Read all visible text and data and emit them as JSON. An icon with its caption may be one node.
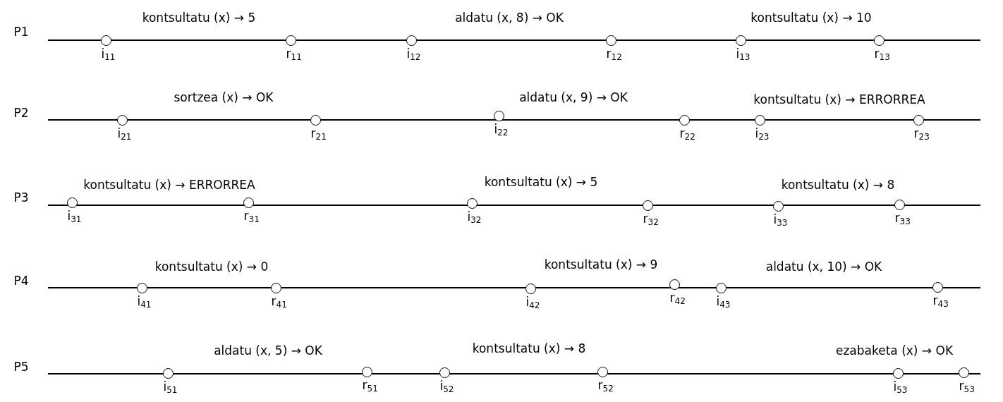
{
  "diagram": {
    "nodes": [
      {
        "text": [],
        "shape": "circle",
        "beside": [
          "i$_{11}$"
        ]
      },
      {
        "text": [],
        "shape": "circle",
        "beside": [
          "r$_{11}$"
        ]
      },
      {
        "text": [],
        "shape": "circle",
        "beside": [
          "i$_{12}$"
        ]
      },
      {
        "text": [],
        "shape": "circle",
        "beside": [
          "r$_{12}$"
        ]
      },
      {
        "text": [],
        "shape": "circle",
        "beside": [
          "i$_{13}$"
        ]
      },
      {
        "text": [],
        "shape": "circle",
        "beside": [
          "r$_{13}$"
        ]
      },
      {
        "text": [],
        "shape": "circle",
        "beside": [
          "i$_{21}$"
        ]
      },
      {
        "text": [],
        "shape": "circle",
        "beside": [
          "r$_{21}$"
        ]
      },
      {
        "text": [],
        "shape": "circle",
        "beside": [
          "i$_{22}$"
        ]
      },
      {
        "text": [],
        "shape": "circle",
        "beside": [
          "r$_{22}$"
        ]
      },
      {
        "text": [],
        "shape": "circle",
        "beside": [
          "i$_{23}$"
        ]
      },
      {
        "text": [],
        "shape": "circle",
        "beside": [
          "r$_{23}$"
        ]
      },
      {
        "text": [],
        "shape": "circle",
        "beside": [
          "i$_{31}$"
        ]
      },
      {
        "text": [],
        "shape": "circle",
        "beside": [
          "r$_{31}$"
        ]
      },
      {
        "text": [],
        "shape": "circle",
        "beside": [
          "i$_{32}$"
        ]
      },
      {
        "text": [],
        "shape": "circle",
        "beside": [
          "r$_{32}$"
        ]
      },
      {
        "text": [],
        "shape": "circle",
        "beside": [
          "i$_{33}$"
        ]
      },
      {
        "text": [],
        "shape": "circle",
        "beside": [
          "r$_{33}$"
        ]
      },
      {
        "text": [],
        "shape": "circle",
        "beside": [
          "i$_{41}$"
        ]
      },
      {
        "text": [],
        "shape": "circle",
        "beside": [
          "r$_{41}$"
        ]
      },
      {
        "text": [],
        "shape": "circle",
        "beside": [
          "i$_{42}$"
        ]
      },
      {
        "text": [],
        "shape": "circle",
        "beside": [
          "r$_{42}$"
        ]
      },
      {
        "text": [],
        "shape": "circle",
        "beside": [
          "i$_{43}$"
        ]
      },
      {
        "text": [],
        "shape": "circle",
        "beside": [
          "r$_{43}$"
        ]
      },
      {
        "text": [],
        "shape": "circle",
        "beside": [
          "i$_{51}$"
        ]
      },
      {
        "text": [],
        "shape": "circle",
        "beside": [
          "r$_{51}$"
        ]
      },
      {
        "text": [],
        "shape": "circle",
        "beside": [
          "i$_{52}$"
        ]
      },
      {
        "text": [],
        "shape": "circle",
        "beside": [
          "r$_{52}$"
        ]
      },
      {
        "text": [],
        "shape": "circle",
        "beside": [
          "i$_{53}$"
        ]
      },
      {
        "text": [],
        "shape": "circle",
        "beside": [
          "r$_{53}$"
        ]
      }
    ],
    "labels": [
      "kontsultatu (x) → 5",
      "aldatu (x, 8) → OK",
      "kontsultatu (x) → 10",
      "P1",
      "sortzea (x) → OK",
      "aldatu (x, 9) → OK",
      "kontsultatu (x) → ERRORREA",
      "P2",
      "kontsultatu (x) → ERRORREA",
      "kontsultatu (x) → 5",
      "kontsultatu (x) → 8",
      "P3",
      "kontsultatu (x) → 0",
      "kontsultatu (x) → 9",
      "aldatu (x, 10) → OK",
      "P4",
      "aldatu (x, 5) → OK",
      "kontsultatu (x) → 8",
      "ezabaketa (x) → OK",
      "P5"
    ]
  }
}
